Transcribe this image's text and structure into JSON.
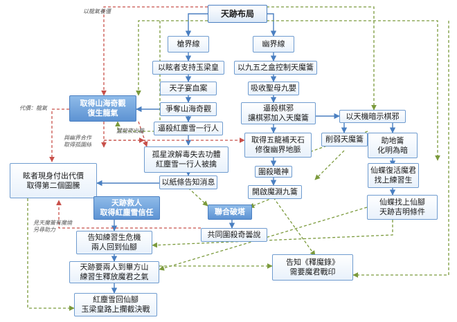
{
  "nodes": {
    "root": "天跡布局",
    "qiang": "槍界線",
    "you": "幽界線",
    "q1": "以眩者支持玉梁皇",
    "y1": "以九五之盒控制天魔籥",
    "q2": "天子宴血案",
    "y2": "吸收聖母九嬰",
    "q3": "爭奪山海奇觀",
    "y3": "逼殺棋邪\n讓棋邪加入天魔籥",
    "q4": "逼殺紅塵雪一行人",
    "tj": "以天機暗示棋邪",
    "shan": "取得山海奇觀\n復生龍氣",
    "y4": "取得五龍補天石\n修復幽界地脈",
    "xue": "削弱天魔籥",
    "zhu": "助地籥\n化明為暗",
    "gu": "孤星淚解毒失去功體\n紅塵雪一行人被擒",
    "ws": "圍殺曦神",
    "xd": "仙蝶復活魔君\n找上練習生",
    "xz": "眩者現身付出代價\n取得第二個圖騰",
    "zz": "以紙條告知消息",
    "kq": "開啟魔淵九籥",
    "jr": "天跡救人\n取得紅塵雪信任",
    "lh": "聯合破塔",
    "xl": "仙蝶找上仙腳\n天跡吉明條件",
    "gt": "共同圍殺奇曇說",
    "lx": "告知練習生危機\n兩人回到仙腳",
    "gz": "告知《釋魔錄》\n需要魔君戰印",
    "tq": "天跡要兩人到畢方山\n練習生釋放魔君之氣",
    "hx": "紅塵雪回仙腳\n玉梁皇路上攔截決戰"
  },
  "notes": {
    "n1": "以龍氣養僵",
    "n2": "代價：龍氣",
    "n3": "蠶龍夜出籠",
    "n4": "與幽界合作\n取得孤園絲",
    "n5": "見天魔籥有魔燒\n另尋助力"
  }
}
